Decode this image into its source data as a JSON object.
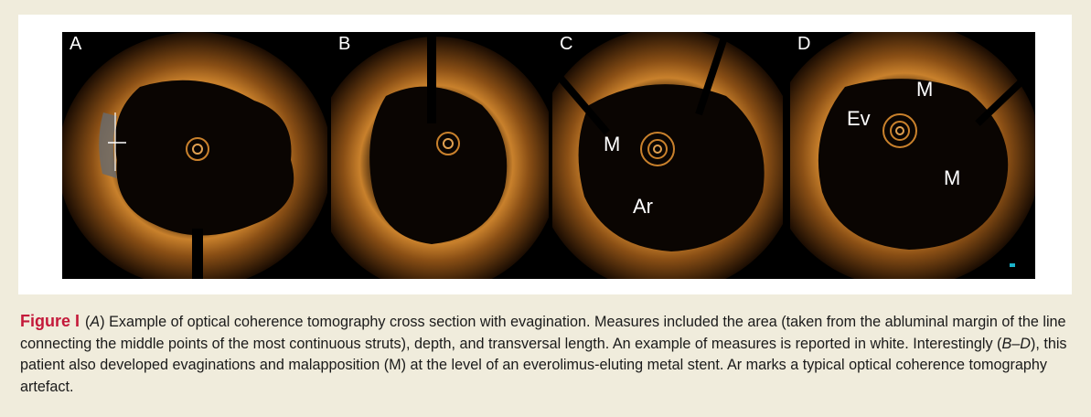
{
  "panels": [
    {
      "letter": "A",
      "annotations": []
    },
    {
      "letter": "B",
      "annotations": []
    },
    {
      "letter": "C",
      "annotations": [
        "M",
        "Ar"
      ]
    },
    {
      "letter": "D",
      "annotations": [
        "M",
        "Ev",
        "M"
      ]
    }
  ],
  "caption": {
    "label": "Figure I",
    "open_paren_1": "(",
    "italic_a": "A",
    "text_1": ") Example of optical coherence tomography cross section with evagination. Measures included the area (taken from the abluminal margin of the line connecting the middle points of the most continuous struts), depth, and transversal length. An example of measures is reported in white. Interestingly (",
    "italic_bd": "B–D",
    "text_2": "), this patient also developed evaginations and malapposition (M) at the level of an everolimus-eluting metal stent. Ar marks a typical optical coherence tomography artefact."
  },
  "colors": {
    "background": "#f0ecdc",
    "tissue": "#c9812c",
    "figure_label": "#c4193a"
  }
}
